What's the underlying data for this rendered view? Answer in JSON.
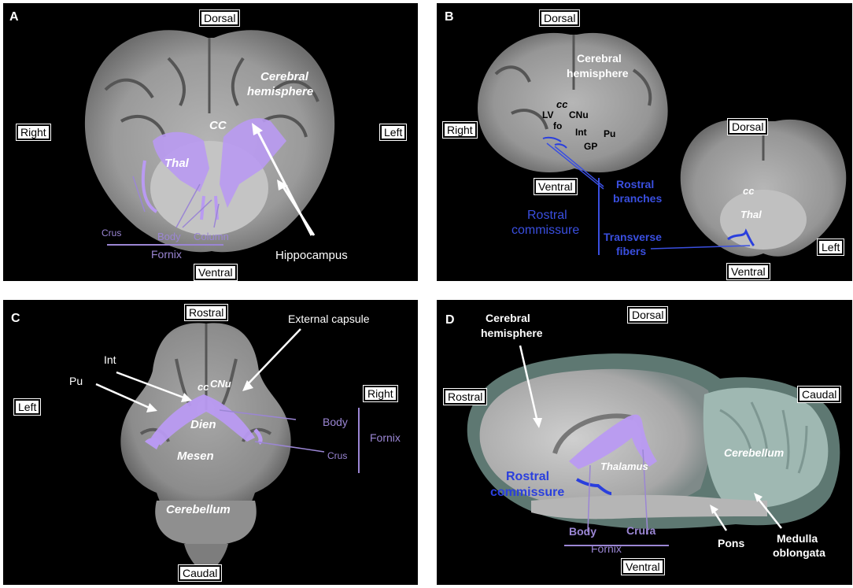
{
  "panelA": {
    "letter": "A",
    "dorsal": "Dorsal",
    "ventral": "Ventral",
    "right": "Right",
    "left": "Left",
    "cerebral_hemisphere": [
      "Cerebral",
      "hemisphere"
    ],
    "cc": "CC",
    "thal": "Thal",
    "crus": "Crus",
    "body": "Body",
    "column": "Column",
    "fornix": "Fornix",
    "hippocampus": "Hippocampus"
  },
  "panelB": {
    "letter": "B",
    "dorsal_top": "Dorsal",
    "right": "Right",
    "ventral_mid": "Ventral",
    "dorsal_side": "Dorsal",
    "left": "Left",
    "ventral_bottom": "Ventral",
    "cerebral_hemisphere": [
      "Cerebral",
      "hemisphere"
    ],
    "cc": "cc",
    "lv": "LV",
    "fo": "fo",
    "cnu": "CNu",
    "int": "Int",
    "gp": "GP",
    "pu": "Pu",
    "rostral_branches": [
      "Rostral",
      "branches"
    ],
    "rostral_commissure": [
      "Rostral",
      "commissure"
    ],
    "transverse_fibers": [
      "Transverse",
      "fibers"
    ],
    "cc2": "cc",
    "thal": "Thal"
  },
  "panelC": {
    "letter": "C",
    "rostral": "Rostral",
    "caudal": "Caudal",
    "left": "Left",
    "right": "Right",
    "external_capsule": "External capsule",
    "int": "Int",
    "pu": "Pu",
    "cc": "cc",
    "cnu": "CNu",
    "dien": "Dien",
    "mesen": "Mesen",
    "cerebellum": "Cerebellum",
    "body": "Body",
    "crus": "Crus",
    "fornix": "Fornix"
  },
  "panelD": {
    "letter": "D",
    "dorsal": "Dorsal",
    "ventral": "Ventral",
    "rostral": "Rostral",
    "caudal": "Caudal",
    "cerebral_hemisphere": [
      "Cerebral",
      "hemisphere"
    ],
    "rostral_commissure": [
      "Rostral",
      "commissure"
    ],
    "thalamus": "Thalamus",
    "cerebellum": "Cerebellum",
    "body": "Body",
    "crura": "Crura",
    "fornix": "Fornix",
    "pons": "Pons",
    "medulla_oblongata": [
      "Medulla",
      "oblongata"
    ]
  },
  "colors": {
    "fornix": "#b99af2",
    "fornix_label": "#9b86d4",
    "commissure": "#2a3fdd"
  }
}
